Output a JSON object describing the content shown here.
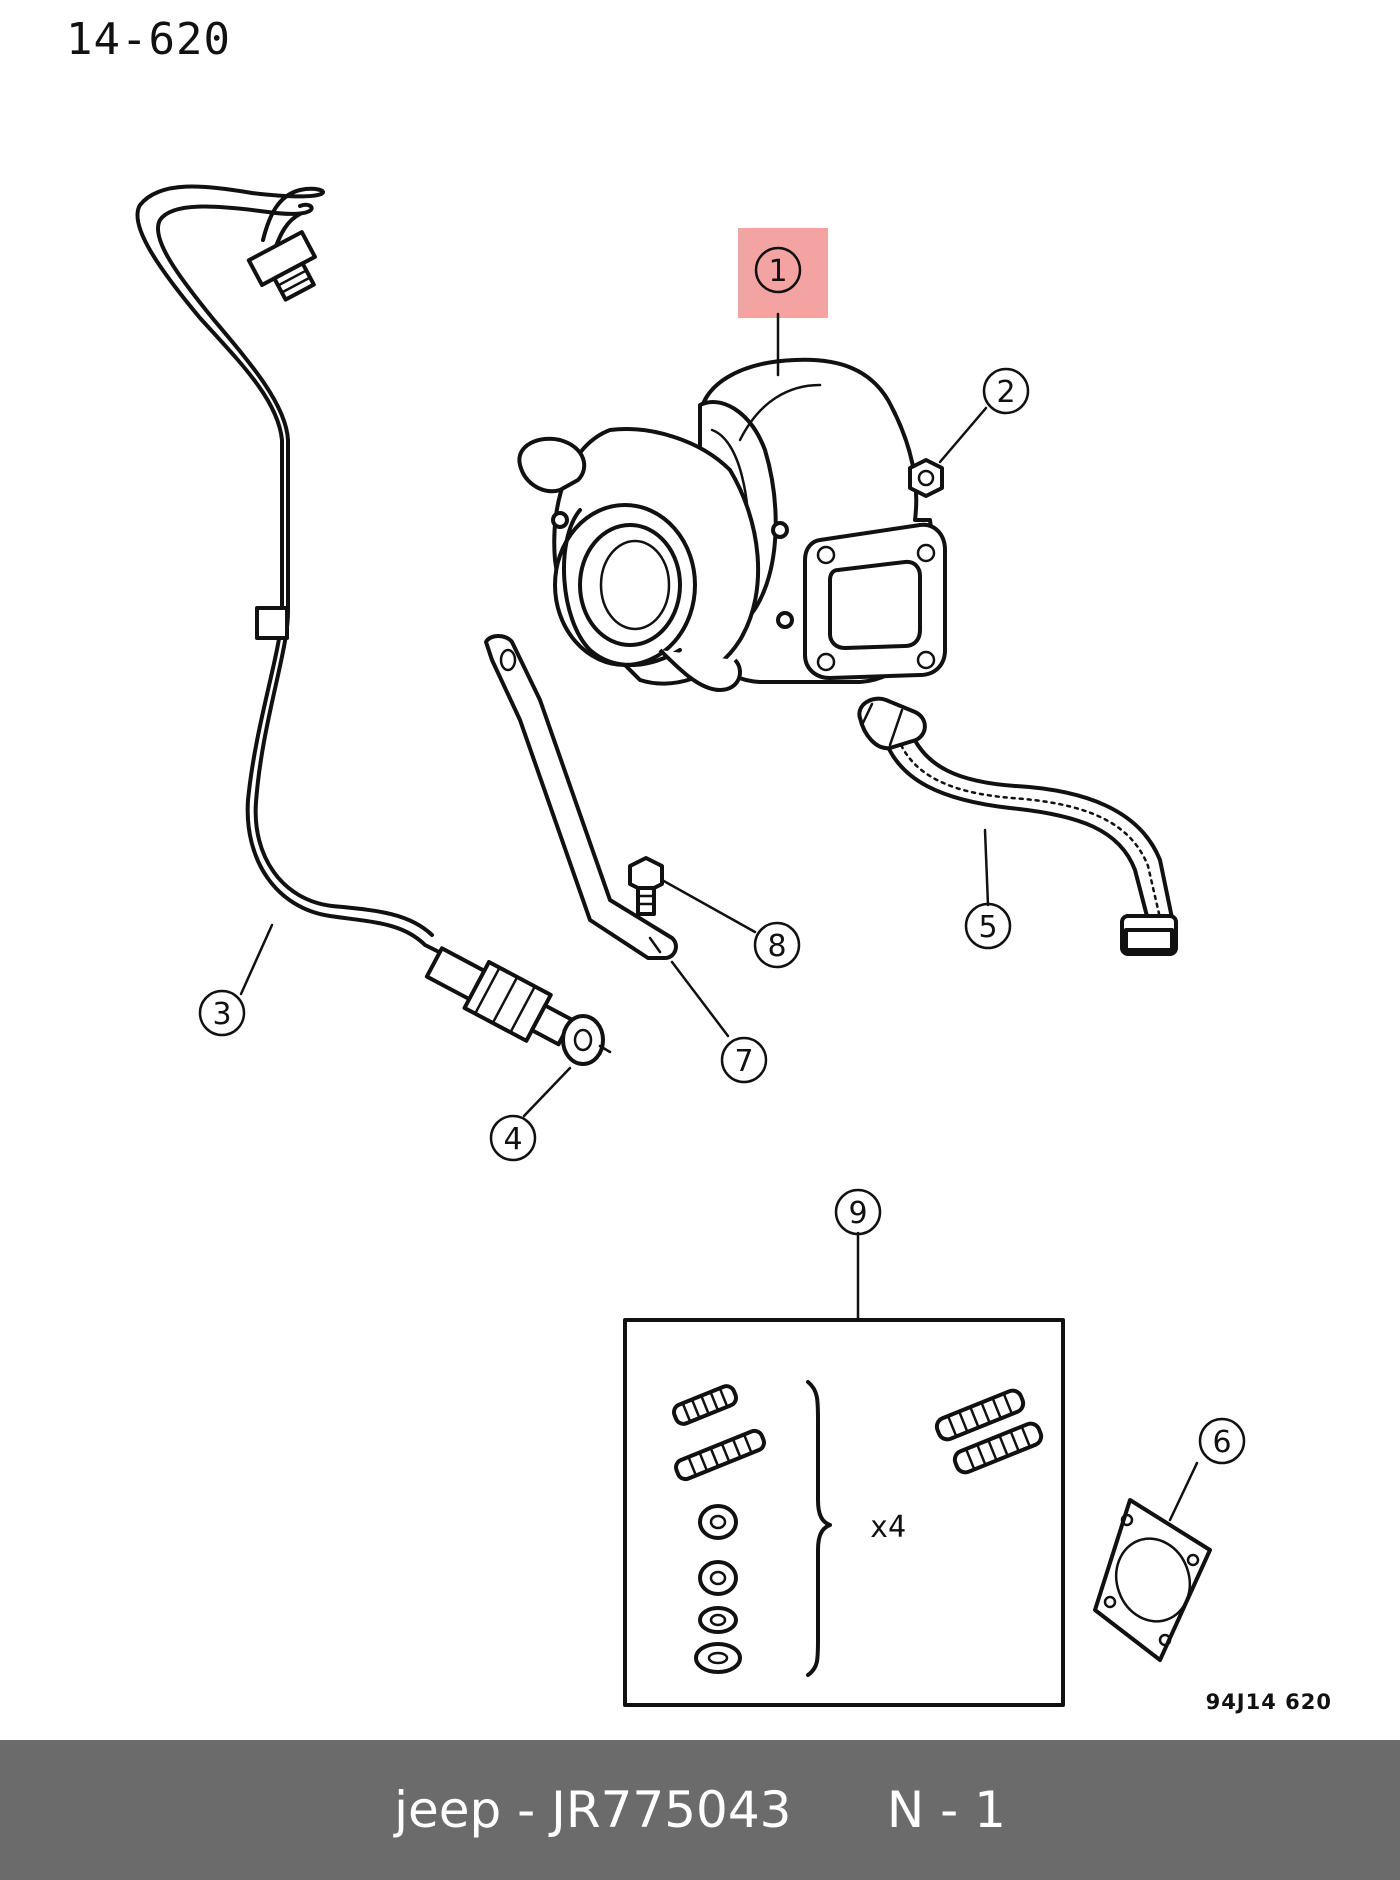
{
  "page_code": "14-620",
  "figure_code": "94J14 620",
  "callouts": [
    {
      "id": "callout-1",
      "label": "1",
      "highlighted": true
    },
    {
      "id": "callout-2",
      "label": "2"
    },
    {
      "id": "callout-3",
      "label": "3"
    },
    {
      "id": "callout-4",
      "label": "4"
    },
    {
      "id": "callout-5",
      "label": "5"
    },
    {
      "id": "callout-6",
      "label": "6"
    },
    {
      "id": "callout-7",
      "label": "7"
    },
    {
      "id": "callout-8",
      "label": "8"
    },
    {
      "id": "callout-9",
      "label": "9"
    }
  ],
  "kit_quantity": "x4",
  "highlight_color": "#f4a3a3",
  "footer": {
    "brand": "jeep",
    "separator": "-",
    "part_number": "JR775043",
    "position": "N - 1"
  }
}
